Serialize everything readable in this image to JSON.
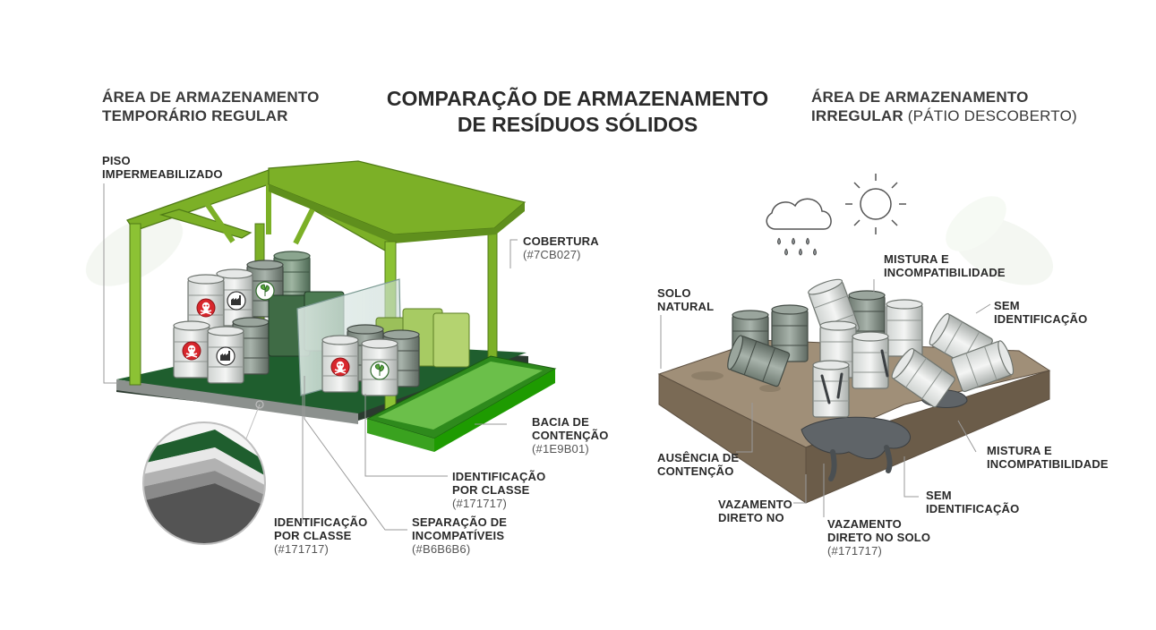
{
  "title": {
    "line1": "COMPARAÇÃO DE ARMAZENAMENTO",
    "line2": "DE RESÍDUOS SÓLIDOS"
  },
  "left_section": {
    "line1": "ÁREA DE ARMAZENAMENTO",
    "line2": "TEMPORÁRIO REGULAR"
  },
  "right_section": {
    "line1": "ÁREA DE ARMAZENAMENTO",
    "line2_bold": "IRREGULAR",
    "line2_light": "(PÁTIO DESCOBERTO)"
  },
  "left_labels": {
    "piso": {
      "line1": "PISO",
      "line2": "IMPERMEABILIZADO"
    },
    "cobertura": {
      "line1": "COBERTURA",
      "code": "(#7CB027)"
    },
    "bacia": {
      "line1": "BACIA DE",
      "line2": "CONTENÇÃO",
      "code": "(#1E9B01)"
    },
    "identificacao_1": {
      "line1": "IDENTIFICAÇÃO",
      "line2": "POR CLASSE",
      "code": "(#171717)"
    },
    "identificacao_2": {
      "line1": "IDENTIFICAÇÃO",
      "line2": "POR CLASSE",
      "code": "(#171717)"
    },
    "separacao": {
      "line1": "SEPARAÇÃO DE",
      "line2": "INCOMPATÍVEIS",
      "code": "(#B6B6B6)"
    }
  },
  "right_labels": {
    "solo": {
      "line1": "SOLO",
      "line2": "NATURAL"
    },
    "mistura_top": {
      "line1": "MISTURA E",
      "line2": "INCOMPATIBILIDADE"
    },
    "sem_id_top": {
      "line1": "SEM",
      "line2": "IDENTIFICAÇÃO"
    },
    "ausencia": {
      "line1": "AUSÊNCIA DE",
      "line2": "CONTENÇÃO"
    },
    "mistura_bottom": {
      "line1": "MISTURA E",
      "line2": "INCOMPATIBILIDADE"
    },
    "sem_id_bottom": {
      "line1": "SEM",
      "line2": "IDENTIFICAÇÃO"
    },
    "vazamento_1": {
      "line1": "VAZAMENTO",
      "line2": "DIRETO NO"
    },
    "vazamento_2": {
      "line1": "VAZAMENTO",
      "line2": "DIRETO NO SOLO",
      "code": "(#171717)"
    }
  },
  "colors": {
    "cobertura": "#7CB027",
    "bacia": "#1E9B01",
    "identificacao": "#171717",
    "separacao": "#B6B6B6",
    "floor": "#1F5E2E",
    "soil": "#8A7A65",
    "drum_gray": "#B8BCBA",
    "drum_green": "#6E8A72",
    "hazard_red": "#D8262C",
    "leak": "#5F6468"
  },
  "icons": [
    "rain-cloud-icon",
    "sun-icon",
    "skull-hazard-icon",
    "factory-icon",
    "plant-leaf-icon",
    "magnifier-inset-icon"
  ]
}
